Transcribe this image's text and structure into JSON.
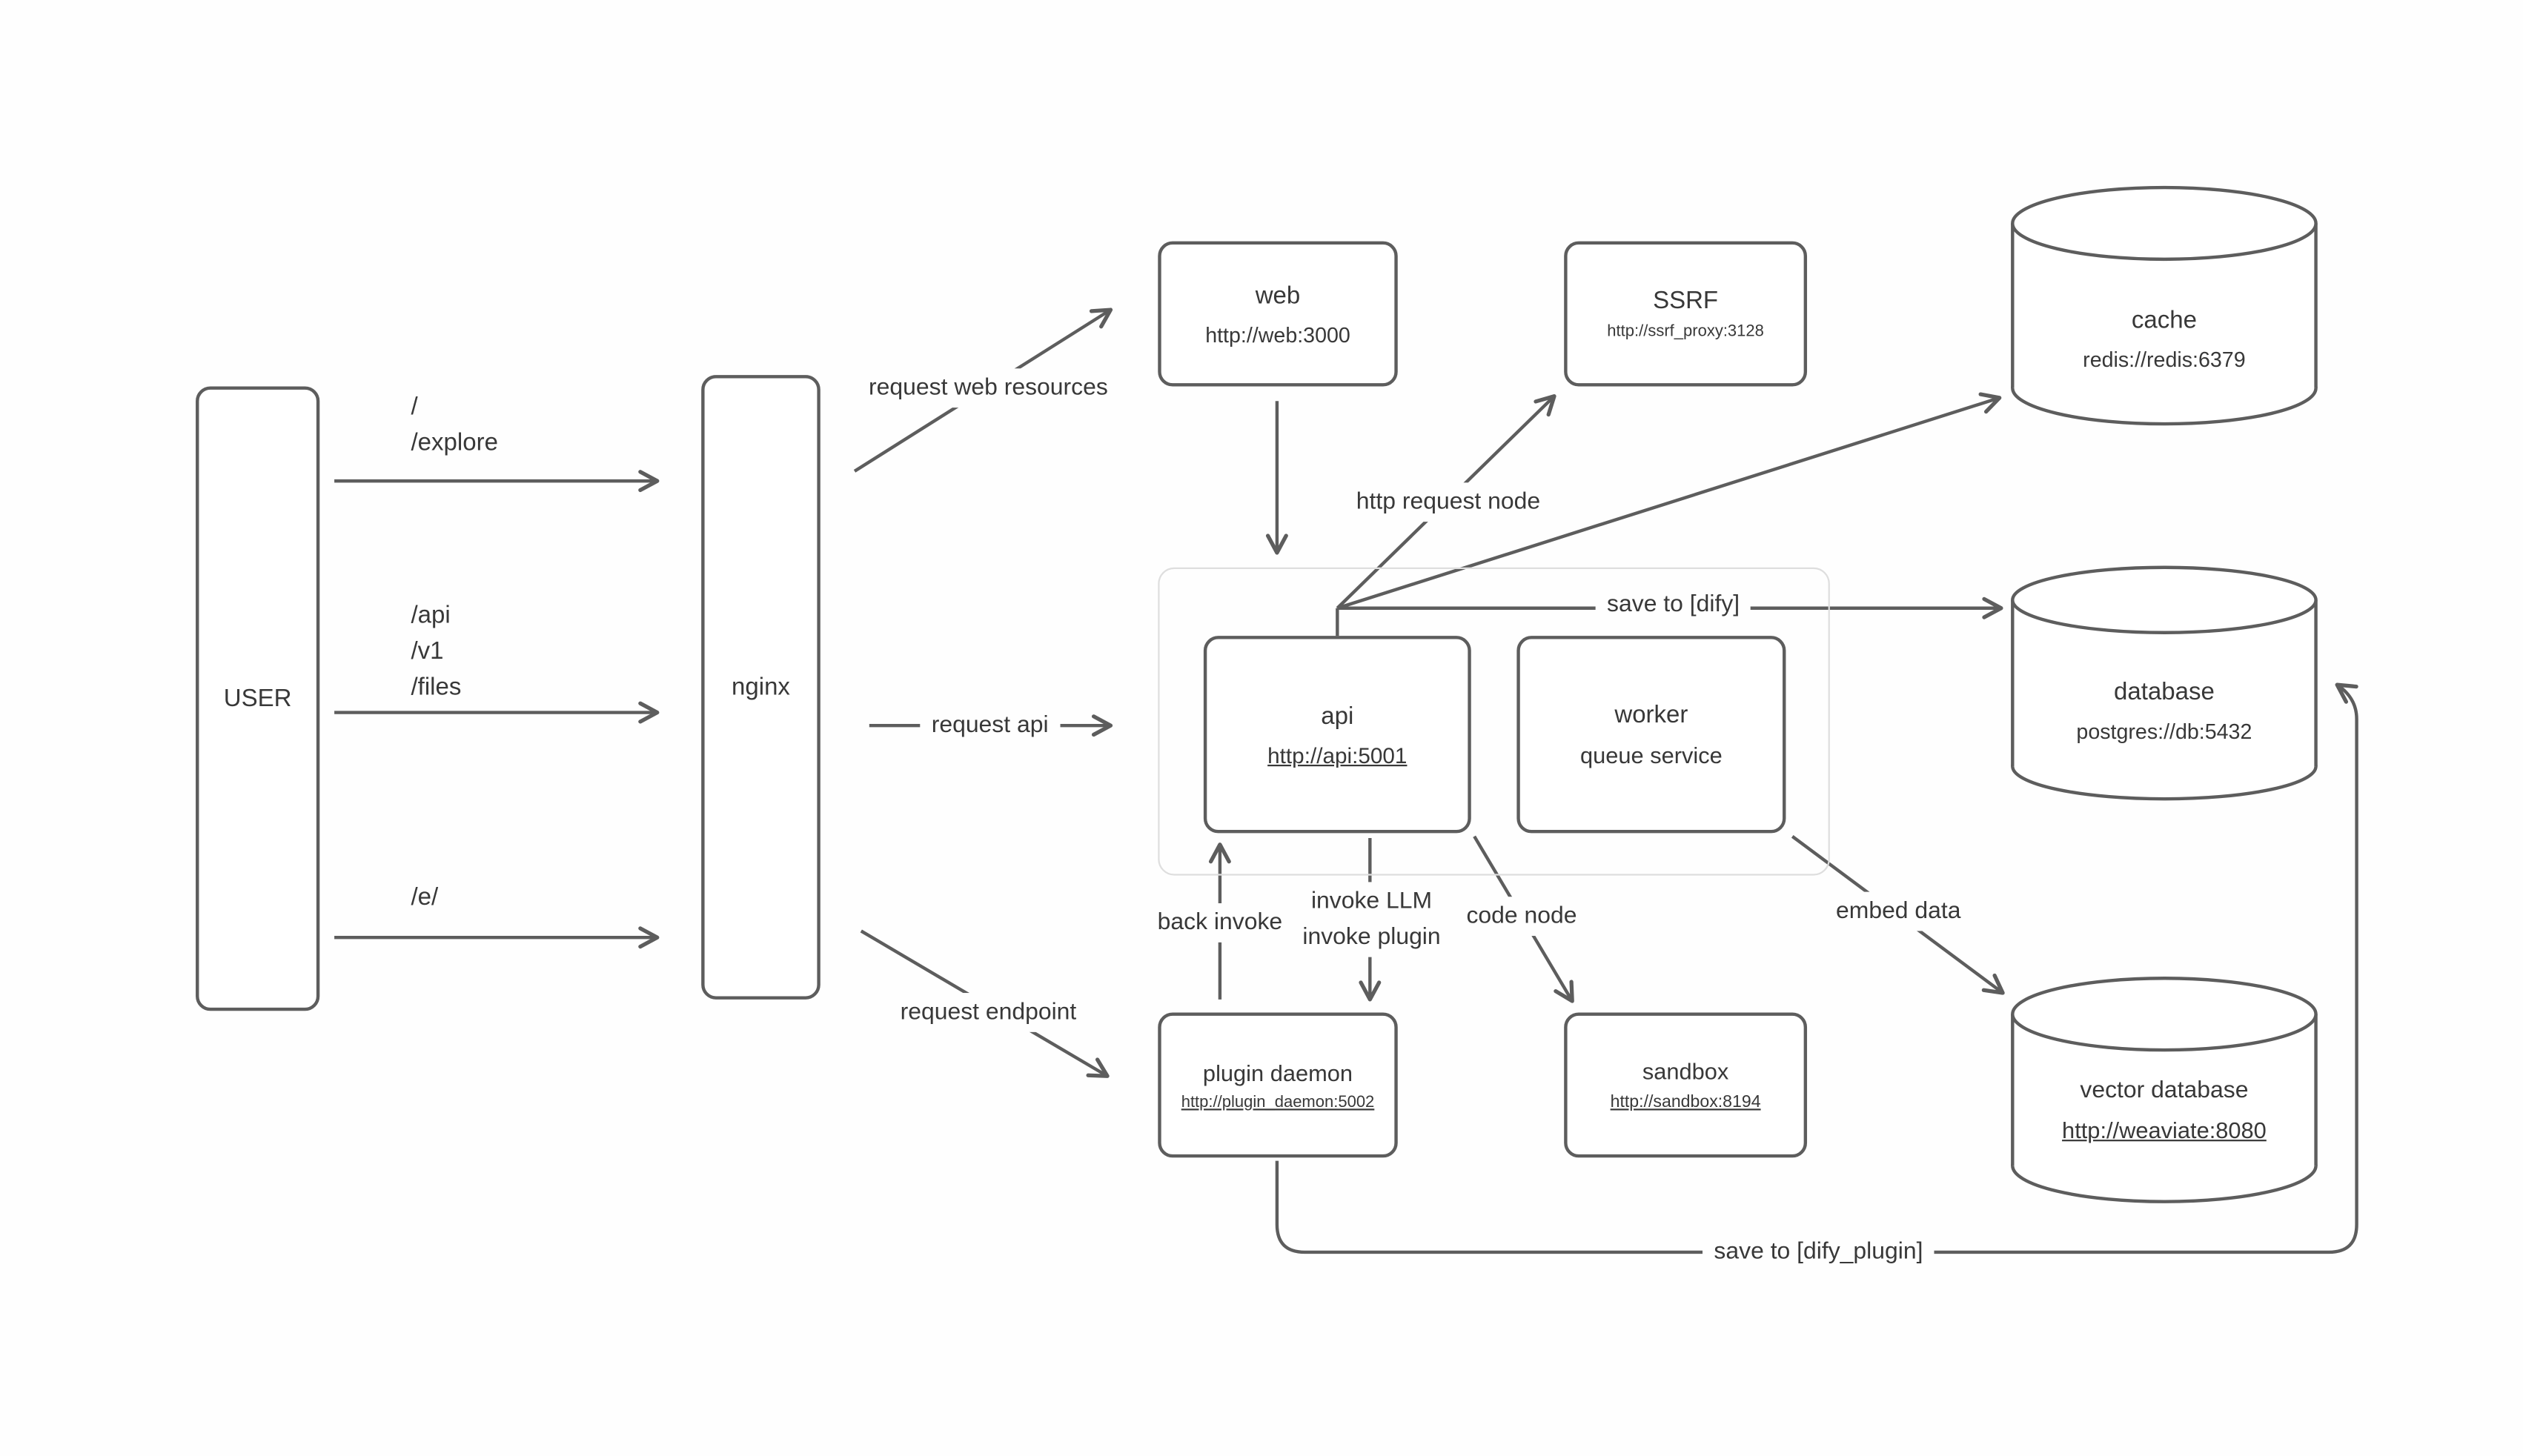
{
  "diagram": {
    "colors": {
      "line": "#5d5d5d",
      "text": "#383838",
      "background": "#fefefe",
      "group_border": "#dedede"
    },
    "nodes": {
      "user": {
        "title": "USER"
      },
      "nginx": {
        "title": "nginx"
      },
      "web": {
        "title": "web",
        "url": "http://web:3000"
      },
      "ssrf": {
        "title": "SSRF",
        "url": "http://ssrf_proxy:3128"
      },
      "cache": {
        "title": "cache",
        "url": "redis://redis:6379"
      },
      "api": {
        "title": "api",
        "url": "http://api:5001"
      },
      "worker": {
        "title": "worker",
        "subtitle": "queue service"
      },
      "database": {
        "title": "database",
        "url": "postgres://db:5432"
      },
      "plugin_daemon": {
        "title": "plugin daemon",
        "url": "http://plugin_daemon:5002"
      },
      "sandbox": {
        "title": "sandbox",
        "url": "http://sandbox:8194"
      },
      "vector_database": {
        "title": "vector database",
        "url": "http://weaviate:8080"
      }
    },
    "routes": {
      "web": [
        "/",
        "/explore"
      ],
      "api": [
        "/api",
        "/v1",
        "/files"
      ],
      "plugin": [
        "/e/"
      ]
    },
    "edges": {
      "request_web": "request web resources",
      "request_api": "request api",
      "request_endpoint": "request endpoint",
      "http_request_node": "http request node",
      "save_to_dify": "save to [dify]",
      "back_invoke": "back invoke",
      "invoke_llm": "invoke LLM",
      "invoke_plugin": "invoke plugin",
      "code_node": "code node",
      "embed_data": "embed data",
      "save_to_dify_plugin": "save to [dify_plugin]"
    }
  }
}
